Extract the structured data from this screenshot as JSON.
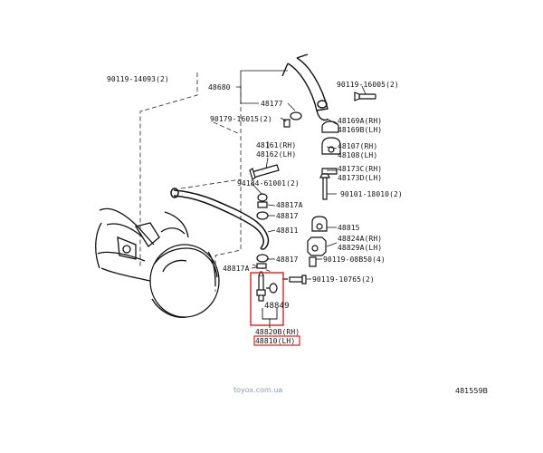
{
  "diagram": {
    "callouts": {
      "p90119_14093": "90119-14093(2)",
      "p48680": "48680",
      "p48177": "48177",
      "p90179_16015": "90179-16015(2)",
      "p90119_16005": "90119-16005(2)",
      "p48169A": "48169A(RH)",
      "p48169B": "48169B(LH)",
      "p48161": "48161(RH)",
      "p48162": "48162(LH)",
      "p48107": "48107(RH)",
      "p48108": "48108(LH)",
      "p48173C": "48173C(RH)",
      "p48173D": "48173D(LH)",
      "p94184": "94184-61001(2)",
      "p90101": "90101-18010(2)",
      "p48817A_top": "48817A",
      "p48817_top": "48817",
      "p48811": "48811",
      "p48815": "48815",
      "p48824A": "48824A(RH)",
      "p48829A": "48829A(LH)",
      "p48817_bottom": "48817",
      "p48817A_bottom": "48817A",
      "p90119_08B50": "90119-08B50(4)",
      "p90119_10765": "90119-10765(2)",
      "p48849": "48849",
      "p48820B": "48820B(RH)",
      "p48810": "48810(LH)"
    },
    "watermark": "toyox.com.ua",
    "diagram_code": "481559B",
    "highlight_color": "#e02020"
  }
}
